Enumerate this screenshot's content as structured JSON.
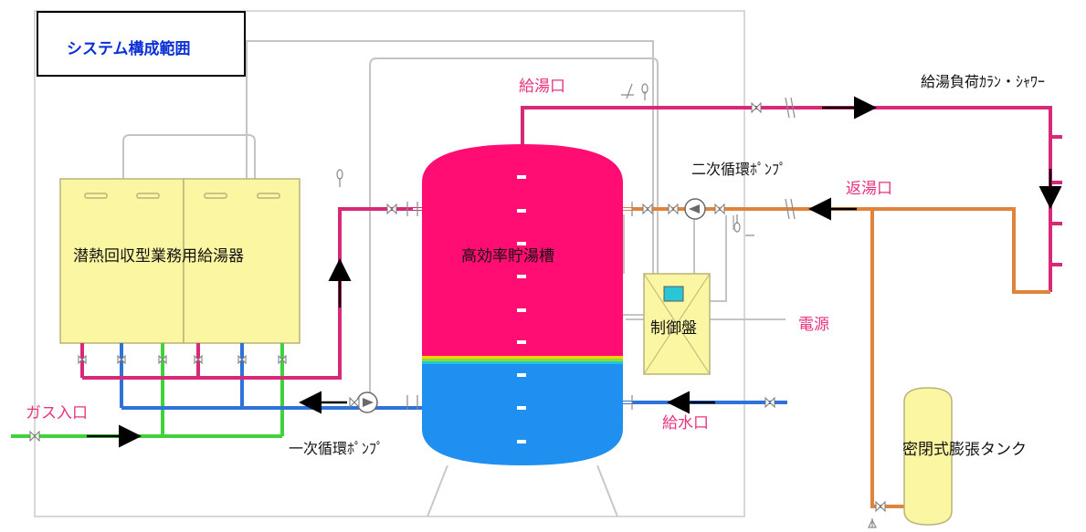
{
  "scope_title": "システム構成範囲",
  "heater_label": "潜熱回収型業務用給湯器",
  "tank_label": "高効率貯湯槽",
  "control_panel_label": "制御盤",
  "power_label": "電源",
  "expansion_tank_label": "密閉式膨張タンク",
  "gas_inlet_label": "ガス入口",
  "primary_pump_label": "一次循環ﾎﾟﾝﾌﾟ",
  "secondary_pump_label": "二次循環ﾎﾟﾝﾌﾟ",
  "hot_outlet_label": "給湯口",
  "return_inlet_label": "返湯口",
  "water_inlet_label": "給水口",
  "load_label": "給湯負荷ｶﾗﾝ・ｼｬﾜｰ",
  "colors": {
    "hot": "#d62a78",
    "cold": "#2f72d8",
    "gas": "#3fd23a",
    "return": "#e0843c",
    "tank_hot": "#ff0d72",
    "tank_cold": "#1f8ff0",
    "heater": "#fbf6a2",
    "panel": "#fbf6a2",
    "label_pink": "#e8337f",
    "scope_text": "#0a2fd6"
  }
}
